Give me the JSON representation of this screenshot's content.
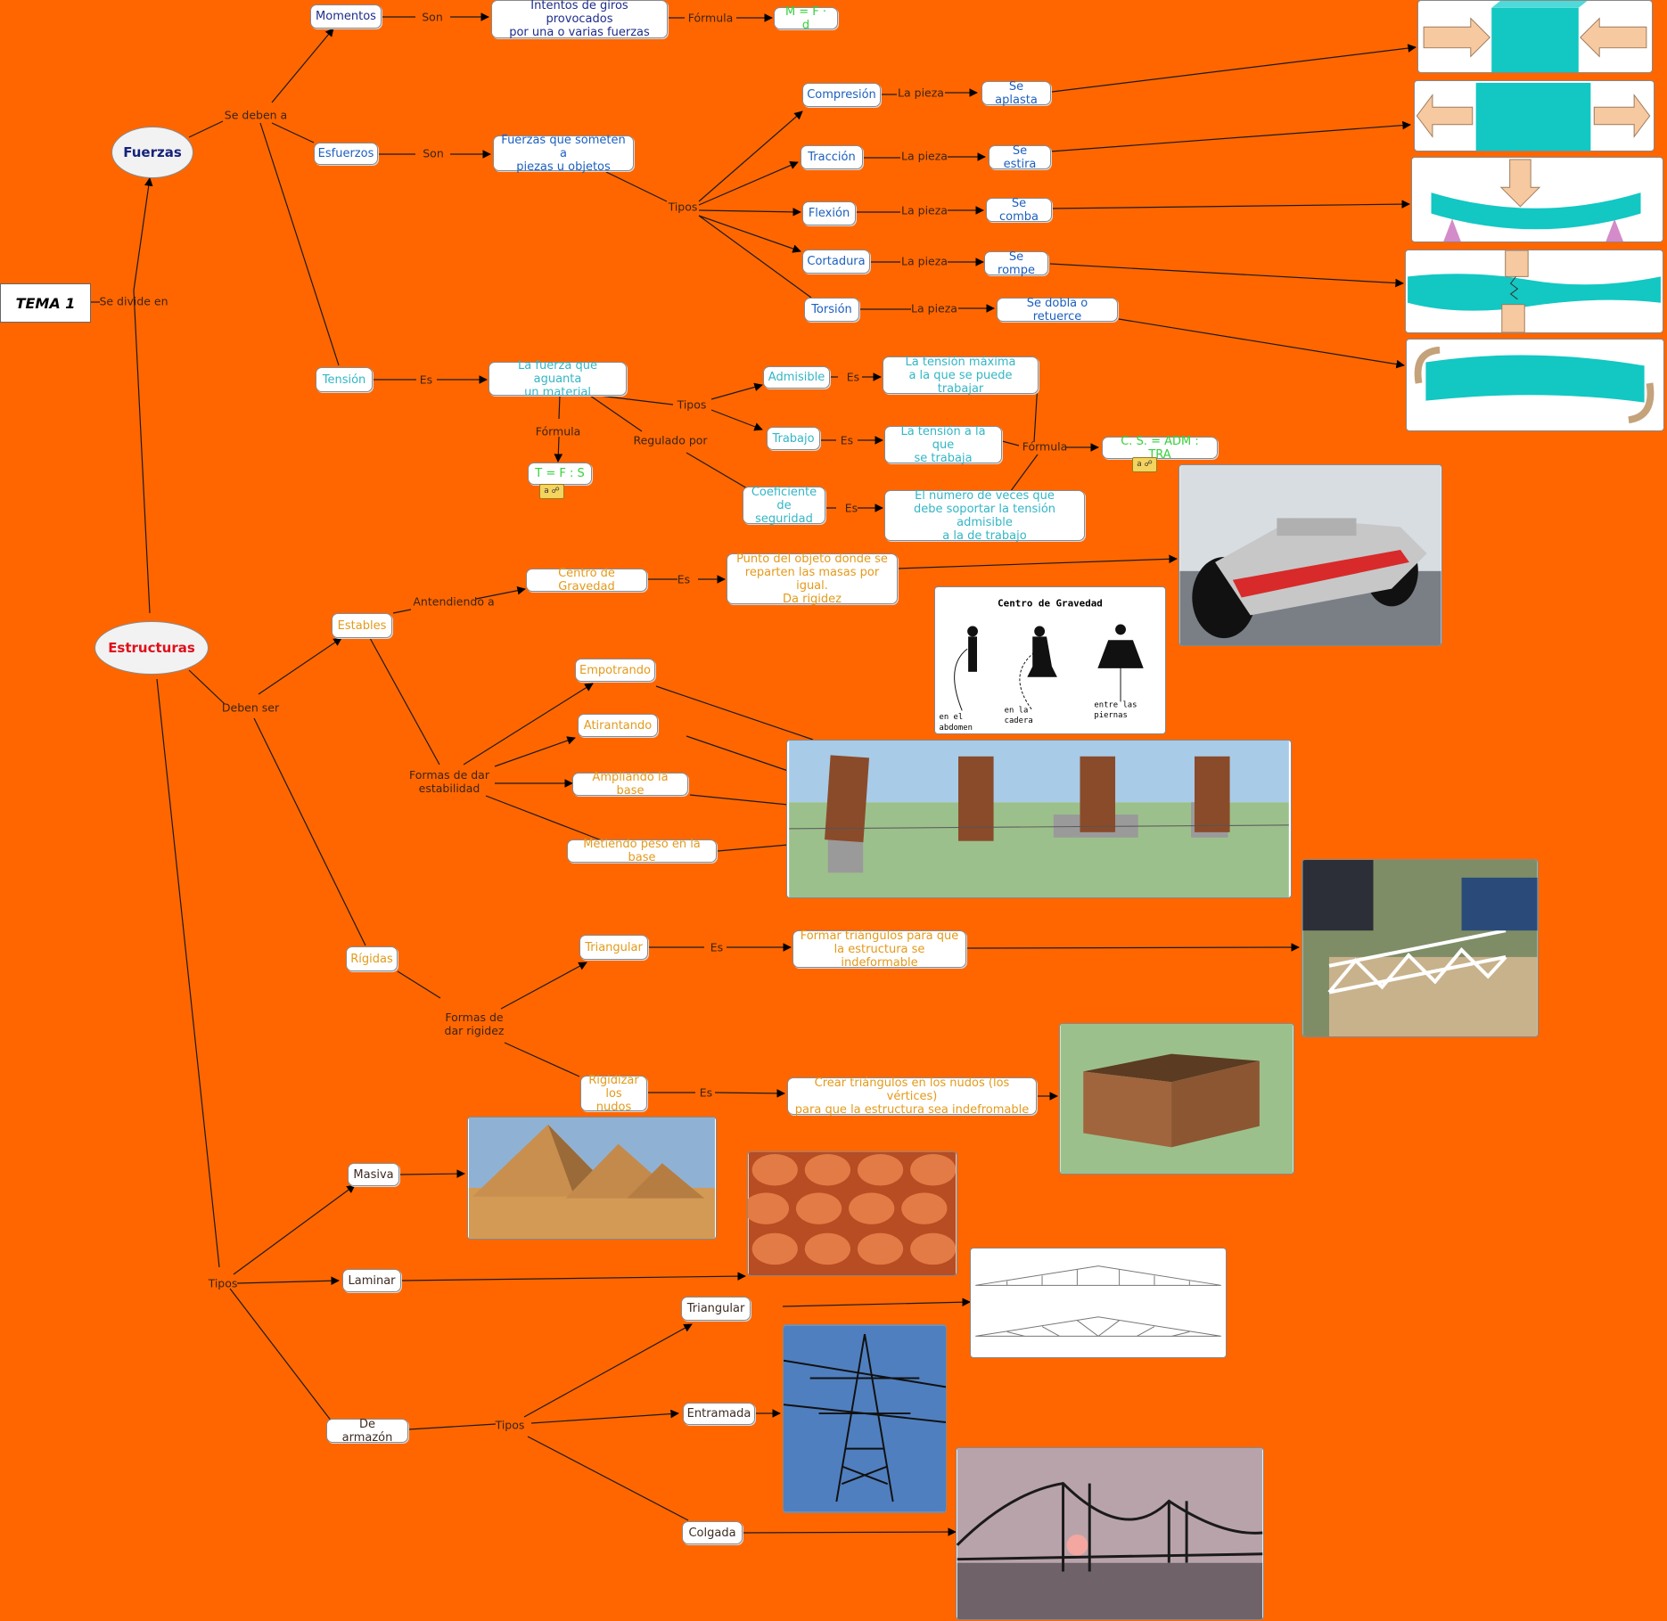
{
  "root": "TEMA 1",
  "fuerzas": {
    "title": "Fuerzas",
    "momentos": "Momentos",
    "momentos_def": "Intentos de giros provocados\npor una o varias fuerzas",
    "momentos_formula": "M = F · d",
    "esfuerzos": "Esfuerzos",
    "esfuerzos_def": "Fuerzas que someten a\npiezas u objetos",
    "tipos": [
      {
        "name": "Compresión",
        "result": "Se aplasta"
      },
      {
        "name": "Tracción",
        "result": "Se estira"
      },
      {
        "name": "Flexión",
        "result": "Se comba"
      },
      {
        "name": "Cortadura",
        "result": "Se rompe"
      },
      {
        "name": "Torsión",
        "result": "Se dobla o retuerce"
      }
    ],
    "tension": "Tensión",
    "tension_def": "La fuerza que aguanta\nun material",
    "tension_formula": "T = F : S",
    "admisible": "Admisible",
    "admisible_def": "La tensión máxima\na la que se puede trabajar",
    "trabajo": "Trabajo",
    "trabajo_def": "La tensión a la que\nse trabaja",
    "coeficiente": "Coeficiente\nde seguridad",
    "coeficiente_def": "El número de veces que\ndebe soportar la tensión admisible\na la de trabajo",
    "cs_formula": "C. S. = ADM : TRA"
  },
  "estructuras": {
    "title": "Estructuras",
    "estables": "Estables",
    "centro_gravedad": "Centro de Gravedad",
    "centro_def": "Punto del objeto donde se\nreparten las masas por igual.\nDa rigidez",
    "estabilidad": [
      "Empotrando",
      "Atirantando",
      "Ampliando la base",
      "Metiendo peso en la base"
    ],
    "rigidas": "Rígidas",
    "triangular": "Triangular",
    "triangular_def": "Formar triángulos para que\nla estructura se indeformable",
    "rigidizar": "Rigidizar\nlos nudos",
    "rigidizar_def": "Crear triángulos en los nudos (los vértices)\npara que la estructura sea indefromable",
    "tipos": [
      "Masiva",
      "Laminar",
      "De armazón"
    ],
    "armazon_tipos": [
      "Triangular",
      "Entramada",
      "Colgada"
    ]
  },
  "link_labels": {
    "se_divide_en": "Se divide en",
    "se_deben_a": "Se deben a",
    "son": "Son",
    "formula": "Fórmula",
    "la_pieza": "La pieza",
    "tipos": "Tipos",
    "es": "Es",
    "regulado_por": "Regulado por",
    "antendiendo_a": "Antendiendo a",
    "deben_ser": "Deben ser",
    "formas_estabilidad": "Formas de dar\nestabilidad",
    "formas_rigidez": "Formas de\ndar rigidez"
  },
  "image_text": {
    "cg_title": "Centro de Gravedad",
    "cg_labels": [
      "en el\nabdomen",
      "en la\ncadera",
      "entre las\npiernas"
    ]
  },
  "colors": {
    "background": "#ff6600",
    "blue_text": "#1c5fbf",
    "cyan_text": "#33b6c6",
    "gold_text": "#e39a1b",
    "green_text": "#35d13a",
    "estructuras_title": "#e0101b",
    "fuerzas_title": "#16237a"
  }
}
